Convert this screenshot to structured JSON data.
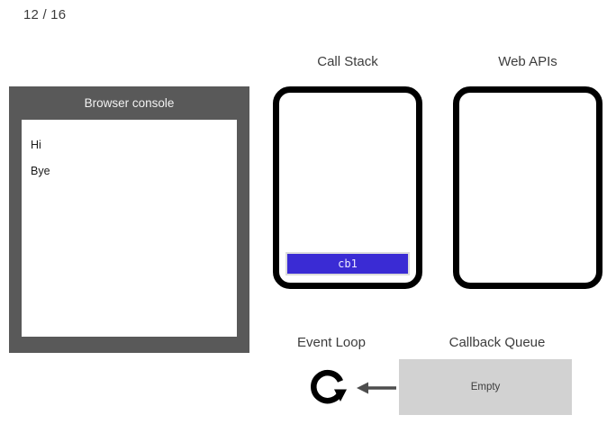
{
  "slide": {
    "counter": "12 / 16"
  },
  "console": {
    "title": "Browser console",
    "lines": [
      "Hi",
      "Bye"
    ]
  },
  "call_stack": {
    "label": "Call Stack",
    "frames": [
      {
        "name": "cb1",
        "color": "#3a2bd4"
      }
    ]
  },
  "web_apis": {
    "label": "Web APIs",
    "items": []
  },
  "event_loop": {
    "label": "Event Loop",
    "icon": "circular-arrow-icon"
  },
  "callback_queue": {
    "label": "Callback Queue",
    "status": "Empty",
    "items": []
  },
  "arrow": {
    "icon": "arrow-left-icon",
    "color": "#4d4d4d"
  },
  "colors": {
    "console_frame": "#595959",
    "console_background": "#ffffff",
    "box_border": "#000000",
    "frame_fill": "#3a2bd4",
    "queue_fill": "#d2d2d2",
    "text": "#3c3c3c"
  }
}
